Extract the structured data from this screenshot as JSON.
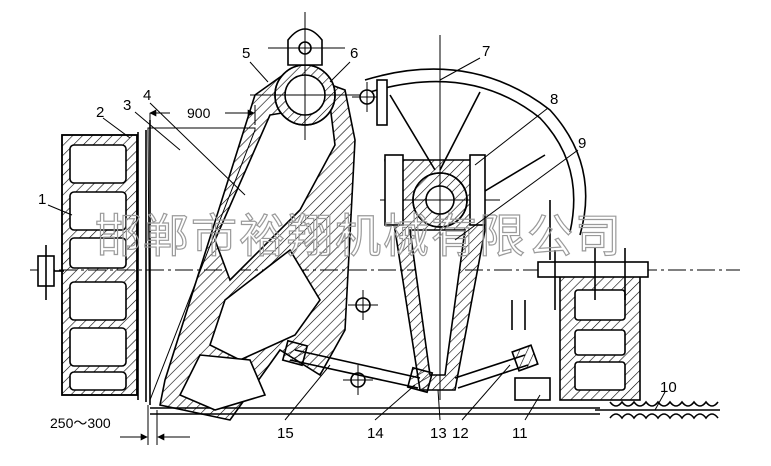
{
  "diagram": {
    "labels": [
      "1",
      "2",
      "3",
      "4",
      "5",
      "6",
      "7",
      "8",
      "9",
      "10",
      "11",
      "12",
      "13",
      "14",
      "15"
    ],
    "dimensions": {
      "top": "900",
      "bottom": "250～300"
    },
    "watermark": "邯郸市裕翔机械有限公司"
  }
}
